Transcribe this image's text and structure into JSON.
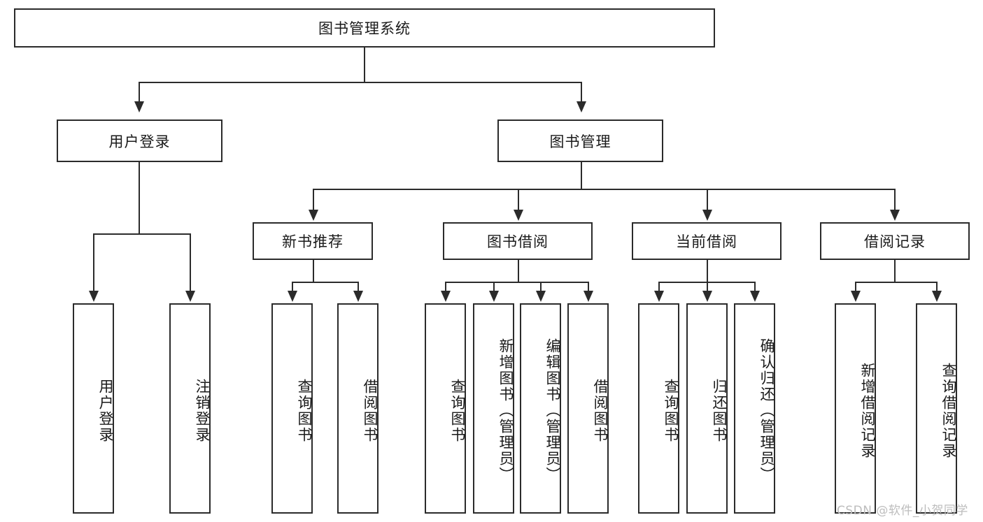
{
  "diagram": {
    "type": "tree-hierarchy-chart",
    "title": "图书管理系统",
    "background_color": "#ffffff",
    "line_color": "#2b2b2b",
    "text_color": "#1a1a1a"
  },
  "root": {
    "label": "图书管理系统"
  },
  "level2": [
    {
      "label": "用户登录"
    },
    {
      "label": "图书管理"
    }
  ],
  "level3": [
    {
      "label": "新书推荐"
    },
    {
      "label": "图书借阅"
    },
    {
      "label": "当前借阅"
    },
    {
      "label": "借阅记录"
    }
  ],
  "leaves": {
    "user_login": [
      {
        "label": "用户登录"
      },
      {
        "label": "注销登录"
      }
    ],
    "new_book_recommend": [
      {
        "label": "查询图书"
      },
      {
        "label": "借阅图书"
      }
    ],
    "book_borrow": [
      {
        "label": "查询图书"
      },
      {
        "label": "新增图书（管理员）"
      },
      {
        "label": "编辑图书（管理员）"
      },
      {
        "label": "借阅图书"
      }
    ],
    "current_borrow": [
      {
        "label": "查询图书"
      },
      {
        "label": "归还图书"
      },
      {
        "label": "确认归还（管理员）"
      }
    ],
    "borrow_record": [
      {
        "label": "新增借阅记录"
      },
      {
        "label": "查询借阅记录"
      }
    ]
  },
  "watermark": {
    "text": "CSDN @软件_小贺同学",
    "color": "#bdbdbd"
  }
}
